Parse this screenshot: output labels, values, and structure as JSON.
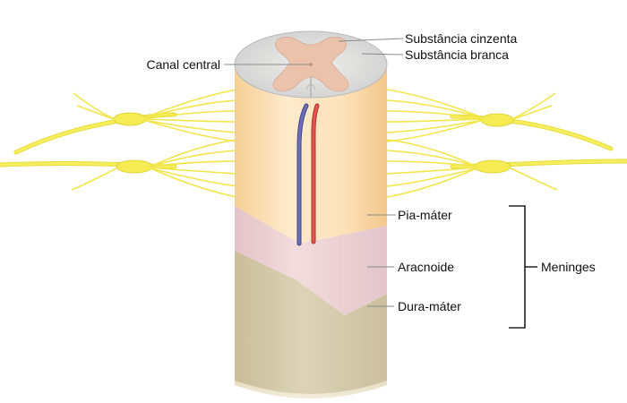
{
  "labels": {
    "gray_matter": "Substância cinzenta",
    "white_matter": "Substância branca",
    "central_canal": "Canal central",
    "pia_mater": "Pia-máter",
    "arachnoid": "Aracnoide",
    "dura_mater": "Dura-máter",
    "meninges": "Meninges"
  },
  "colors": {
    "background": "#ffffff",
    "nerve": "#f4ec52",
    "nerve_edge": "#d9cf2a",
    "pia_layer": "#fbe0b6",
    "arachnoid_layer": "#ecd3d3",
    "dura_layer": "#d5cbad",
    "cross_section": "#dededd",
    "gray_matter": "#ebc3ac",
    "vein": "#5a5fa8",
    "artery": "#d6453f",
    "leader_line": "#8a8a8a",
    "bracket": "#222222"
  },
  "icons": {
    "illustration": "spinal-cord-with-meninges-illustration"
  }
}
